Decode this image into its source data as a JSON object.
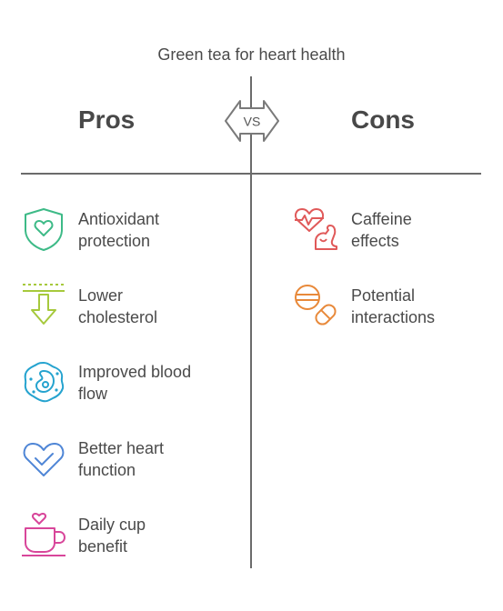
{
  "title": "Green tea for heart health",
  "vs_label": "VS",
  "pros": {
    "heading": "Pros",
    "items": [
      {
        "line1": "Antioxidant",
        "line2": "protection",
        "icon": "heart-shield-icon",
        "color": "#3dba87"
      },
      {
        "line1": "Lower",
        "line2": "cholesterol",
        "icon": "down-arrow-icon",
        "color": "#a6c93c"
      },
      {
        "line1": "Improved blood",
        "line2": "flow",
        "icon": "cell-icon",
        "color": "#25a3cf"
      },
      {
        "line1": "Better heart",
        "line2": "function",
        "icon": "heart-check-icon",
        "color": "#4f86d6"
      },
      {
        "line1": "Daily cup",
        "line2": "benefit",
        "icon": "cup-heart-icon",
        "color": "#d8469a"
      }
    ]
  },
  "cons": {
    "heading": "Cons",
    "items": [
      {
        "line1": "Caffeine",
        "line2": "effects",
        "icon": "heart-rate-arm-icon",
        "color": "#e05959"
      },
      {
        "line1": "Potential",
        "line2": "interactions",
        "icon": "pills-icon",
        "color": "#e8893a"
      }
    ]
  }
}
